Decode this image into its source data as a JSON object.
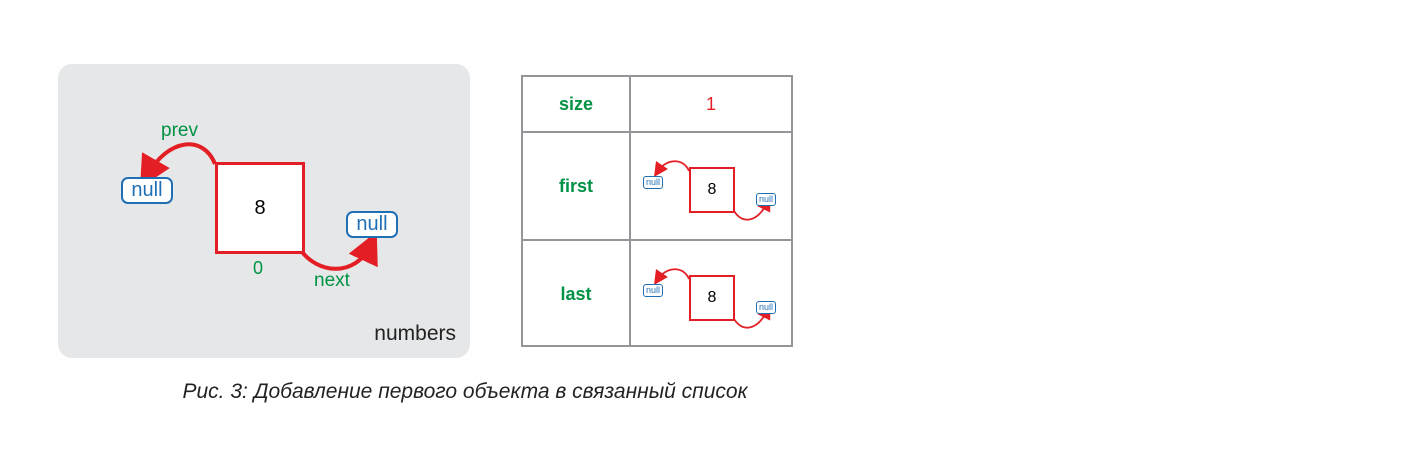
{
  "colors": {
    "red": "#e31e24",
    "blue": "#1f6fb5",
    "green": "#009245",
    "panel_bg": "#e6e7e8",
    "grid": "#939598"
  },
  "diagram": {
    "node_value": "8",
    "index": "0",
    "prev_label": "prev",
    "next_label": "next",
    "prev_null": "null",
    "next_null": "null",
    "variable_name": "numbers"
  },
  "table": {
    "rows": [
      {
        "key": "size",
        "value": "1"
      },
      {
        "key": "first",
        "node_value": "8",
        "prev_null": "null",
        "next_null": "null"
      },
      {
        "key": "last",
        "node_value": "8",
        "prev_null": "null",
        "next_null": "null"
      }
    ]
  },
  "caption": "Рис. 3: Добавление первого объекта в связанный список"
}
